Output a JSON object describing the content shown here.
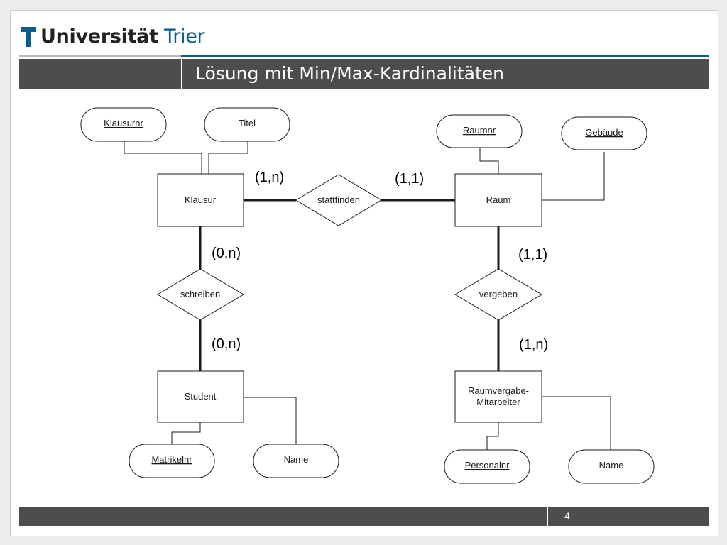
{
  "header": {
    "logo_bold": "Universität",
    "logo_accent": "Trier",
    "slide_title": "Lösung mit Min/Max-Kardinalitäten"
  },
  "footer": {
    "page_number": "4"
  },
  "diagram": {
    "entities": {
      "klausur": "Klausur",
      "raum": "Raum",
      "student": "Student",
      "raumvergabe_line1": "Raumvergabe-",
      "raumvergabe_line2": "Mitarbeiter"
    },
    "relationships": {
      "stattfinden": "stattfinden",
      "schreiben": "schreiben",
      "vergeben": "vergeben"
    },
    "attributes": {
      "klausurnr": "Klausurnr",
      "titel": "Titel",
      "raumnr": "Raumnr",
      "gebaeude": "Gebäude",
      "matrikelnr": "Matrikelnr",
      "student_name": "Name",
      "personalnr": "Personalnr",
      "mitarbeiter_name": "Name"
    },
    "cardinalities": {
      "klausur_stattfinden": "(1,n)",
      "raum_stattfinden": "(1,1)",
      "klausur_schreiben": "(0,n)",
      "student_schreiben": "(0,n)",
      "raum_vergeben": "(1,1)",
      "mitarbeiter_vergeben": "(1,n)"
    }
  },
  "colors": {
    "title_bar": "#4d4d4d",
    "accent_blue": "#0b5d91",
    "background": "#ececec"
  }
}
